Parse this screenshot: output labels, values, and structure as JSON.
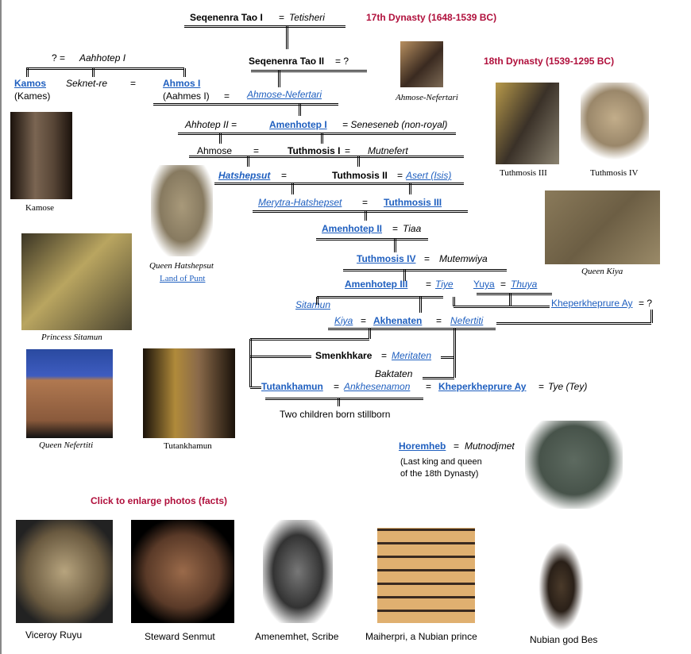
{
  "headings": {
    "d17": "17th Dynasty (1648-1539 BC)",
    "d18": "18th Dynasty (1539-1295 BC)",
    "click": "Click to enlarge photos (facts)"
  },
  "tree": {
    "seq1": "Seqenenra Tao I",
    "seq1_eq": "= ",
    "tetisheri": "Tetisheri",
    "q": "?  =  ",
    "aahhotep": "Aahhotep I",
    "seq2": "Seqenenra Tao II",
    "seq2_eq": " = ?",
    "kamos": "Kamos",
    "kames": "(Kames)",
    "seknet": "Seknet-re",
    "eq": "=",
    "ahmos": "Ahmos I",
    "aahmes": "(Aahmes I)",
    "ahmose_nef": "Ahmose-Nefertari",
    "ahhotep2": "Ahhotep II  =",
    "amenhotep1": "Amenhotep I",
    "seneseneb": "=  Seneseneb (non-royal)",
    "ahmose": "Ahmose",
    "tuth1": "Tuthmosis I",
    "tuth1_eq": " =",
    "mutnefert": "Mutnefert",
    "hatshepsut": "Hatshepsut",
    "tuth2": "Tuthmosis II",
    "asert": "Asert (Isis)",
    "merytra": "Merytra-Hatshepset",
    "tuth3": "Tuthmosis III",
    "amen2": "Amenhotep II",
    "tiaa": "Tiaa",
    "tuth4": "Tuthmosis IV",
    "mutemwiya": "Mutemwiya",
    "amen3": "Amenhotep III",
    "tiye": "Tiye",
    "yuya": "Yuya",
    "thuya": "Thuya",
    "sitamun": "Sitamun",
    "ay1": "Kheperkheprure Ay",
    "ay1_eq": " = ?",
    "kiya": "Kiya",
    "akhenaten": "Akhenaten",
    "nefertiti": "Nefertiti",
    "smenkhkare": "Smenkhkare",
    "meritaten": "Meritaten",
    "baktaten": "Baktaten",
    "tutankhamun": "Tutankhamun",
    "ankhesenamon": "Ankhesenamon",
    "ay2": "Kheperkheprure Ay",
    "tye": "Tye (Tey)",
    "stillborn": "Two children born stillborn",
    "horemheb": "Horemheb",
    "mutnodjmet": "Mutnodjmet",
    "last1": "(Last king and queen",
    "last2": "of the 18th Dynasty)"
  },
  "captions": {
    "ahmose_nef": "Ahmose-Nefertari",
    "kamose": "Kamose",
    "tuth3": "Tuthmosis III",
    "tuth4": "Tuthmosis IV",
    "hatshepsut": "Queen Hatshepsut",
    "punt": "Land of Punt",
    "kiya": "Queen Kiya",
    "sitamun": "Princess Sitamun",
    "nefertiti": "Queen Nefertiti",
    "tut": "Tutankhamun"
  },
  "gallery": [
    "Viceroy Ruyu",
    "Steward Senmut",
    "Amenemhet, Scribe",
    "Maiherpri, a Nubian prince",
    "Nubian god Bes"
  ]
}
